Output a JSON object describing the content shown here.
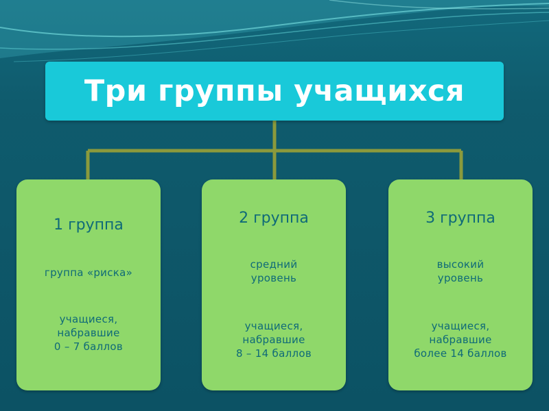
{
  "title": "Три группы учащихся",
  "colors": {
    "background": "#0f5a6c",
    "title_box": "#19c9d9",
    "card": "#8fd86a",
    "card_text": "#0f6a78",
    "connector": "#8b9a3c"
  },
  "groups": [
    {
      "heading": "1 группа",
      "sub": "группа «риска»",
      "detail": "учащиеся,\nнабравшие\n0 – 7 баллов"
    },
    {
      "heading": "2 группа",
      "sub": "средний\nуровень",
      "detail": "учащиеся,\nнабравшие\n8 – 14 баллов"
    },
    {
      "heading": "3 группа",
      "sub": "высокий\nуровень",
      "detail": "учащиеся,\nнабравшие\nболее 14 баллов"
    }
  ]
}
